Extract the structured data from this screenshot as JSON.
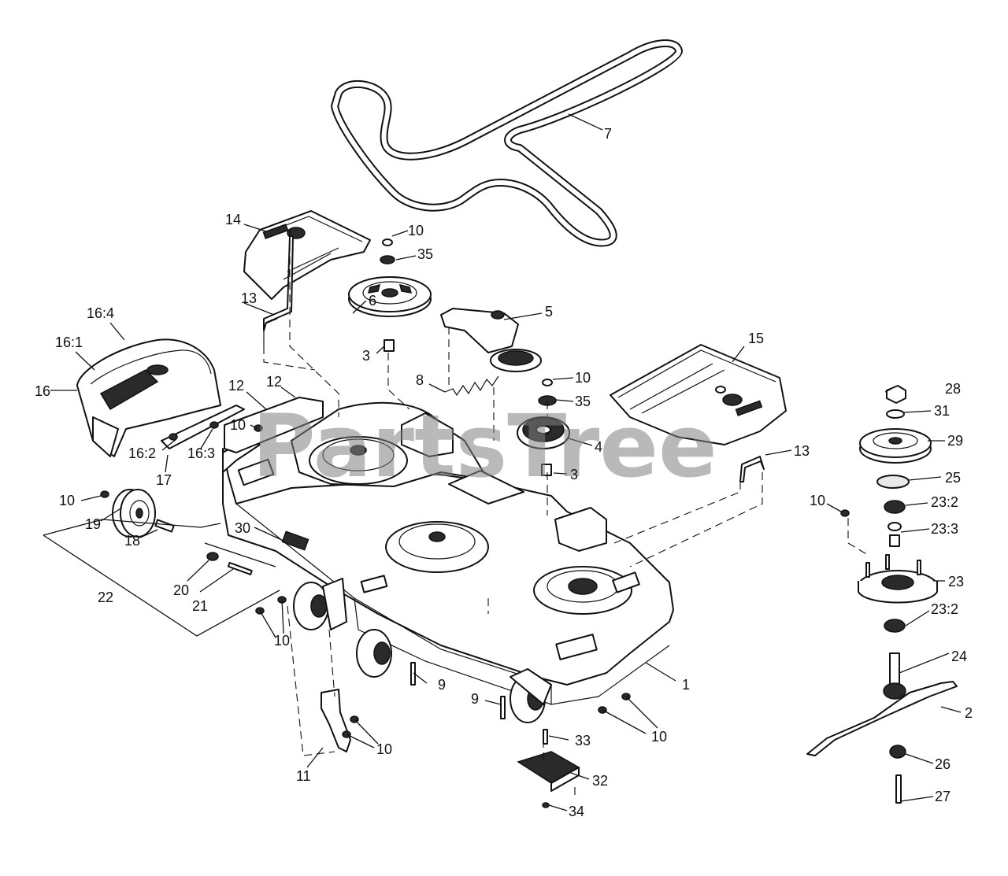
{
  "watermark": "PartsTree",
  "callouts": [
    {
      "id": "c7",
      "text": "7"
    },
    {
      "id": "c14",
      "text": "14"
    },
    {
      "id": "c10a",
      "text": "10"
    },
    {
      "id": "c35a",
      "text": "35"
    },
    {
      "id": "c13a",
      "text": "13"
    },
    {
      "id": "c6",
      "text": "6"
    },
    {
      "id": "c5",
      "text": "5"
    },
    {
      "id": "c16_4",
      "text": "16:4"
    },
    {
      "id": "c16_1",
      "text": "16:1"
    },
    {
      "id": "c16",
      "text": "16"
    },
    {
      "id": "c3a",
      "text": "3"
    },
    {
      "id": "c10b",
      "text": "10"
    },
    {
      "id": "c8",
      "text": "8"
    },
    {
      "id": "c35b",
      "text": "35"
    },
    {
      "id": "c15",
      "text": "15"
    },
    {
      "id": "c12a",
      "text": "12"
    },
    {
      "id": "c12b",
      "text": "12"
    },
    {
      "id": "c10c",
      "text": "10"
    },
    {
      "id": "c4",
      "text": "4"
    },
    {
      "id": "c28",
      "text": "28"
    },
    {
      "id": "c31",
      "text": "31"
    },
    {
      "id": "c29",
      "text": "29"
    },
    {
      "id": "c16_2",
      "text": "16:2"
    },
    {
      "id": "c16_3",
      "text": "16:3"
    },
    {
      "id": "c17",
      "text": "17"
    },
    {
      "id": "c3b",
      "text": "3"
    },
    {
      "id": "c13b",
      "text": "13"
    },
    {
      "id": "c25",
      "text": "25"
    },
    {
      "id": "c10d",
      "text": "10"
    },
    {
      "id": "c23_2a",
      "text": "23:2"
    },
    {
      "id": "c10e",
      "text": "10"
    },
    {
      "id": "c23_3",
      "text": "23:3"
    },
    {
      "id": "c19",
      "text": "19"
    },
    {
      "id": "c18",
      "text": "18"
    },
    {
      "id": "c30",
      "text": "30"
    },
    {
      "id": "c20",
      "text": "20"
    },
    {
      "id": "c21",
      "text": "21"
    },
    {
      "id": "c23",
      "text": "23"
    },
    {
      "id": "c22",
      "text": "22"
    },
    {
      "id": "c23_2b",
      "text": "23:2"
    },
    {
      "id": "c10f",
      "text": "10"
    },
    {
      "id": "c24",
      "text": "24"
    },
    {
      "id": "c1",
      "text": "1"
    },
    {
      "id": "c9a",
      "text": "9"
    },
    {
      "id": "c9b",
      "text": "9"
    },
    {
      "id": "c2",
      "text": "2"
    },
    {
      "id": "c10g",
      "text": "10"
    },
    {
      "id": "c33",
      "text": "33"
    },
    {
      "id": "c10h",
      "text": "10"
    },
    {
      "id": "c26",
      "text": "26"
    },
    {
      "id": "c11",
      "text": "11"
    },
    {
      "id": "c32",
      "text": "32"
    },
    {
      "id": "c27",
      "text": "27"
    },
    {
      "id": "c34",
      "text": "34"
    }
  ]
}
